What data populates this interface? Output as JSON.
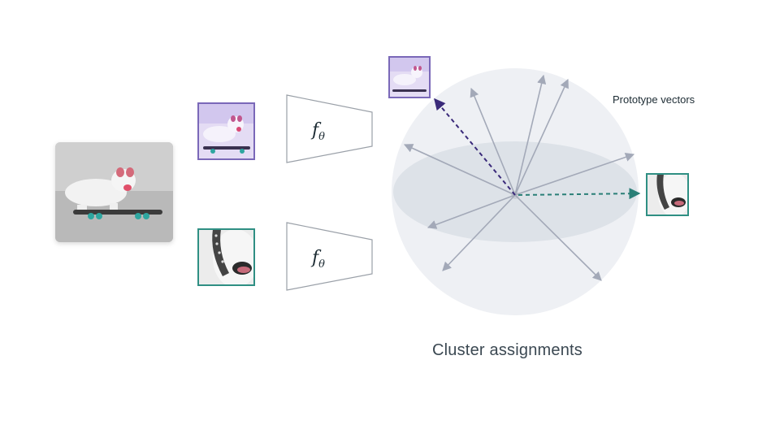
{
  "labels": {
    "prototype_vectors": "Prototype vectors",
    "cluster_assignments": "Cluster assignments",
    "encoder_symbol": "f",
    "encoder_subscript": "θ"
  },
  "images": {
    "source": "dog-skateboarding-photo",
    "view_1": "purple-tinted-crop",
    "view_2": "teal-tinted-zoomed-crop"
  },
  "colors": {
    "purple_accent": "#7a68b8",
    "purple_arrow": "#3a2a7a",
    "teal_accent": "#2f8f83",
    "teal_arrow": "#2a7f77",
    "sphere_fill": "#eef0f4",
    "ellipse_fill": "#dde2e8",
    "arrow_gray": "#a3a9b8",
    "encoder_stroke": "#9aa0a8"
  }
}
